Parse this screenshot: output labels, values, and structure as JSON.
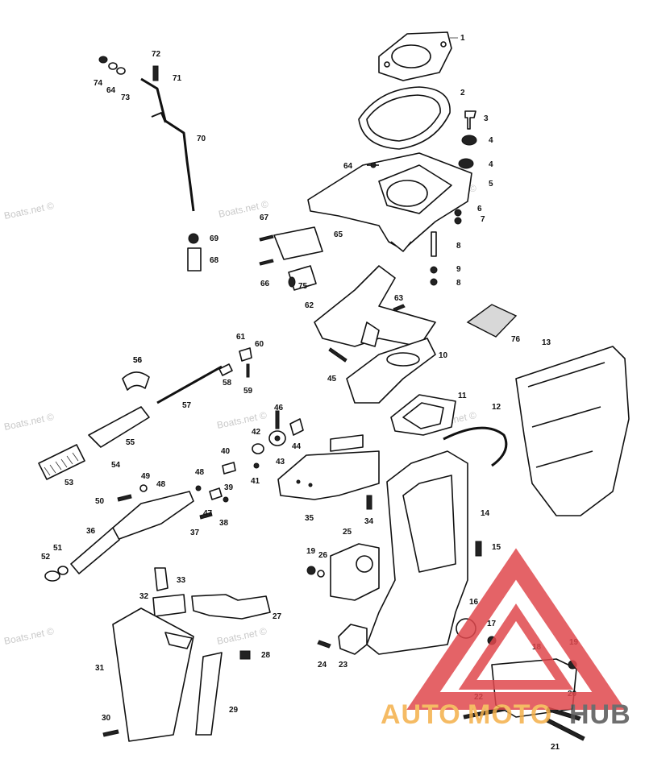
{
  "watermark": "Boats.net ©",
  "logo": {
    "auto": "AUTO",
    "moto": "MOTO",
    "hub": "HUB",
    "colors": {
      "red": "#e0484d",
      "orange": "#f4b04a",
      "grey": "#555555"
    }
  },
  "callouts": [
    "1",
    "2",
    "3",
    "4",
    "4",
    "5",
    "6",
    "7",
    "8",
    "9",
    "8",
    "10",
    "11",
    "12",
    "13",
    "14",
    "15",
    "16",
    "17",
    "18",
    "19",
    "20",
    "21",
    "22",
    "23",
    "24",
    "25",
    "26",
    "19",
    "27",
    "28",
    "29",
    "30",
    "31",
    "32",
    "33",
    "34",
    "35",
    "36",
    "37",
    "38",
    "39",
    "40",
    "41",
    "42",
    "43",
    "44",
    "45",
    "46",
    "47",
    "48",
    "48",
    "49",
    "50",
    "51",
    "52",
    "53",
    "54",
    "55",
    "56",
    "57",
    "58",
    "59",
    "60",
    "61",
    "62",
    "63",
    "64",
    "64",
    "65",
    "66",
    "67",
    "68",
    "69",
    "70",
    "71",
    "72",
    "73",
    "74",
    "75",
    "76",
    "56"
  ]
}
